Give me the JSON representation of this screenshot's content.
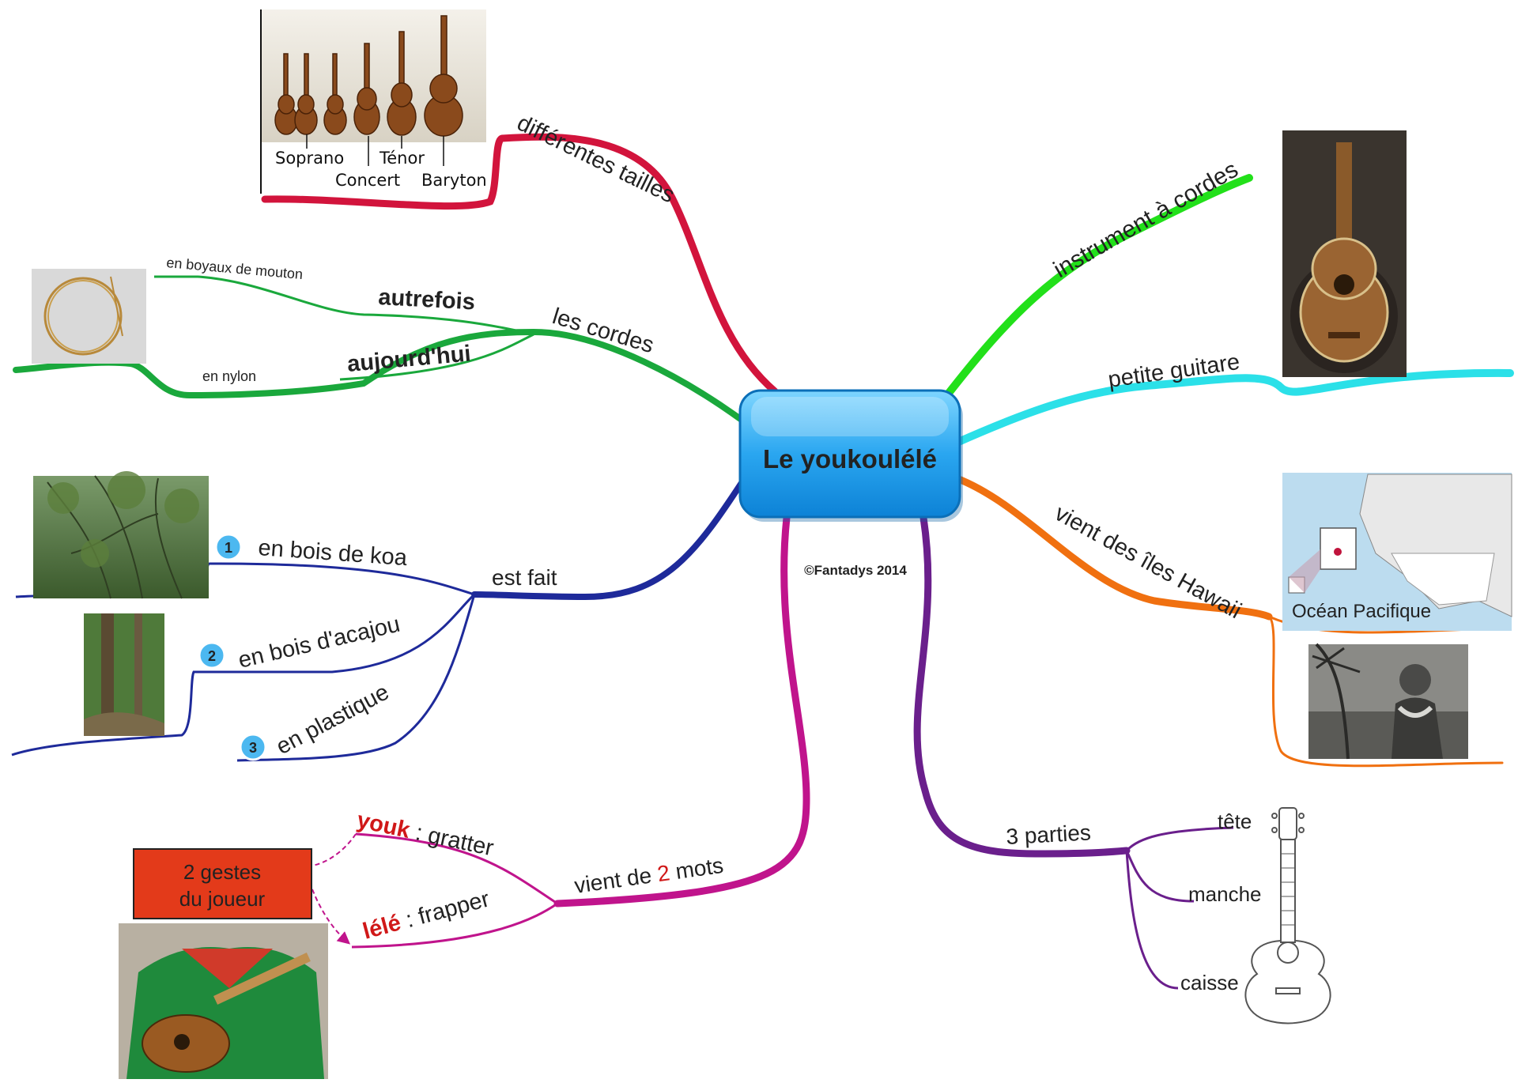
{
  "center": {
    "title": "Le youkoulélé",
    "copyright": "©Fantadys 2014"
  },
  "colors": {
    "tailles": "#d2143c",
    "cordes": "#1aa83c",
    "fait": "#1e2a9a",
    "mots": "#c0148c",
    "parties": "#6a1f8c",
    "instrument": "#22e01a",
    "guitare": "#2be0e8",
    "hawaii": "#f07010",
    "box_red": "#e33a1a",
    "blue_text": "#1020b0",
    "red_text": "#d01818"
  },
  "branches": {
    "tailles": {
      "label": "différentes tailles",
      "sizes": [
        "Soprano",
        "Concert",
        "Ténor",
        "Baryton"
      ]
    },
    "cordes": {
      "label": "les cordes",
      "autrefois": "autrefois",
      "autrefois_detail": "en boyaux de mouton",
      "aujourdhui": "aujourd'hui",
      "aujourdhui_detail": "en nylon"
    },
    "fait": {
      "label": "est fait",
      "items": [
        {
          "num": "1",
          "text": "en bois de koa"
        },
        {
          "num": "2",
          "text": "en bois d'acajou"
        },
        {
          "num": "3",
          "text": "en plastique"
        }
      ]
    },
    "mots": {
      "label_pre": "vient de",
      "label_num": "2",
      "label_post": "mots",
      "word1": "youk",
      "word1_meaning": ": gratter",
      "word2": "lélé",
      "word2_meaning": ": frapper",
      "box_line1": "2 gestes",
      "box_line2": "du joueur"
    },
    "instrument": {
      "label": "instrument à cordes"
    },
    "guitare": {
      "label": "petite guitare"
    },
    "hawaii": {
      "label": "vient des îles Hawaii",
      "map_label": "Océan Pacifique"
    },
    "parties": {
      "label": "3 parties",
      "tete": "tête",
      "manche": "manche",
      "caisse": "caisse"
    }
  },
  "icons": [
    "ukulele-sizes-photo",
    "string-coil-photo",
    "koa-tree-photo",
    "mahogany-tree-photo",
    "ukulele-player-photo",
    "ukulele-case-photo",
    "north-america-map",
    "hawaiian-woman-photo",
    "ukulele-outline-drawing"
  ]
}
